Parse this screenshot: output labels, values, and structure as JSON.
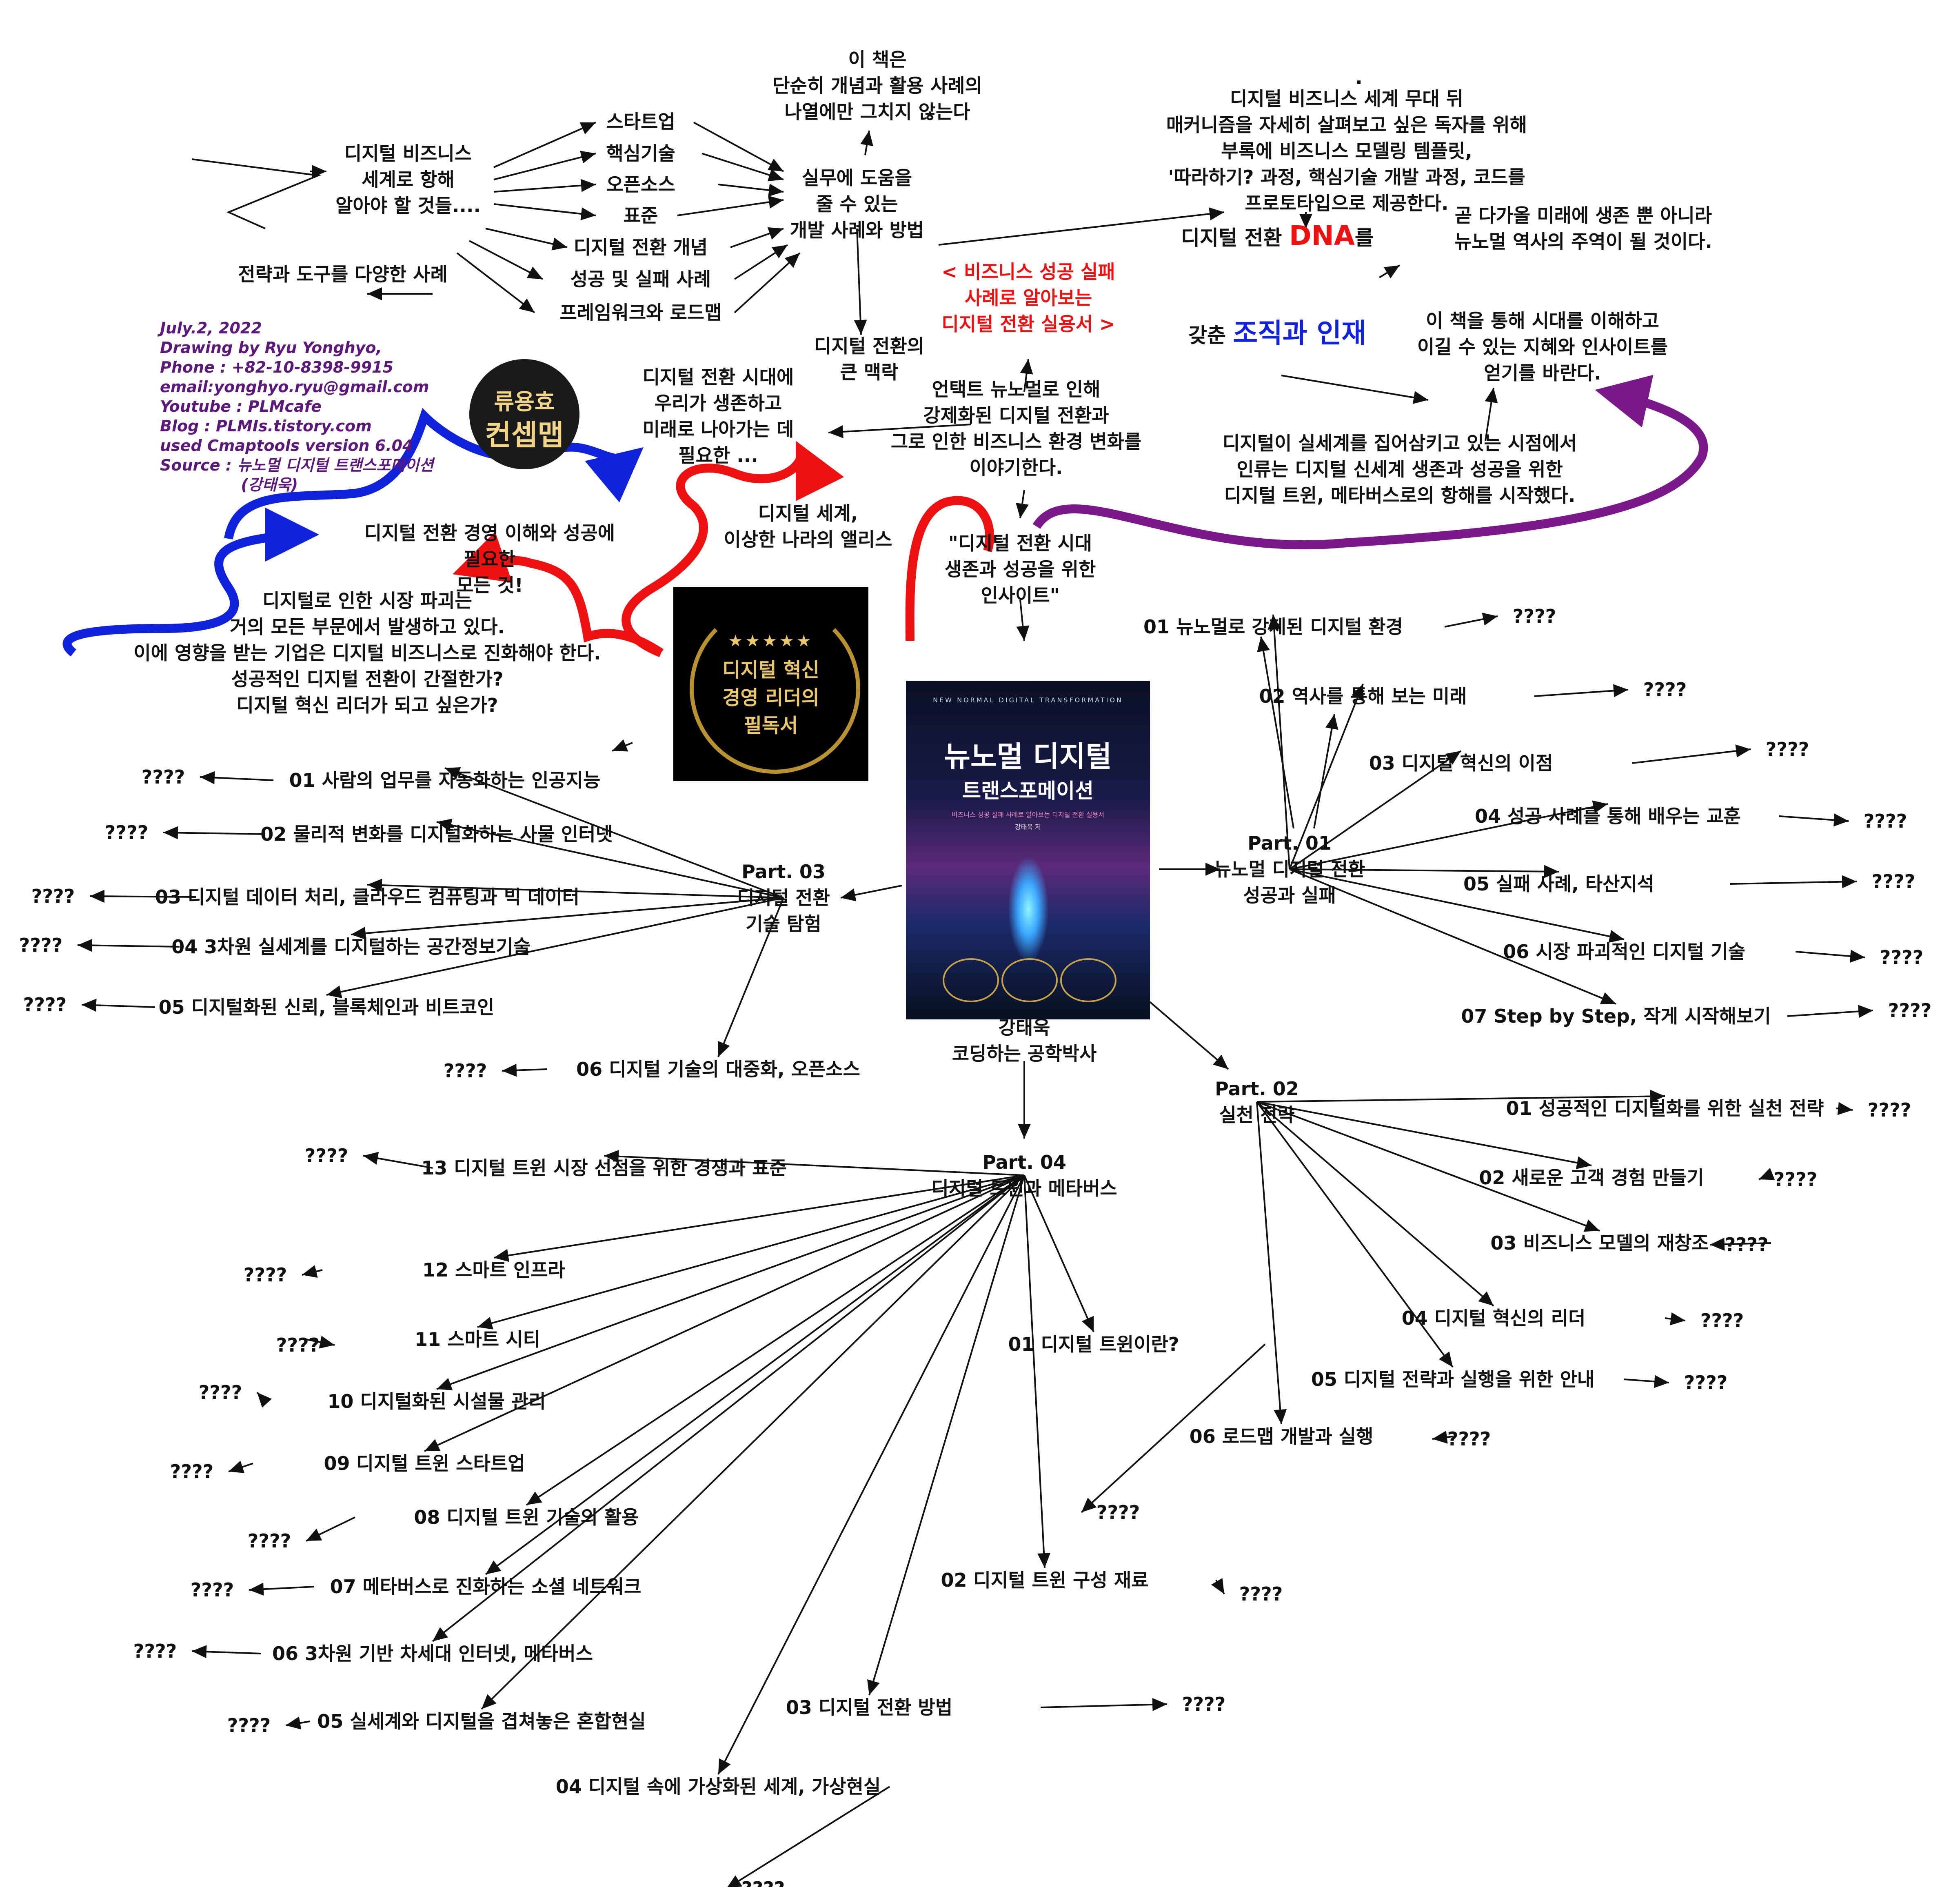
{
  "credit": "July.2, 2022\nDrawing by Ryu Yonghyo,\nPhone : +82-10-8398-9915\nemail:yonghyo.ryu@gmail.com\nYoutube : PLMcafe\nBlog : PLMIs.tistory.com\nused Cmaptools version 6.04\nSource : 뉴노멀 디지털 트랜스포메이션\n               (강태욱)",
  "logo": {
    "line1": "류용효",
    "line2": "컨셉맵"
  },
  "badge": {
    "stars": "★★★★★",
    "text": "디지털 혁신\n경영 리더의\n필독서"
  },
  "book": {
    "subtitle": "NEW NORMAL  DIGITAL TRANSFORMATION",
    "title1": "뉴노멀 디지털",
    "title2": "트랜스포메이션",
    "tagline": "비즈니스 성공 실패 사례로 알아보는 디지털 전환 실용서",
    "author": "강태욱 저"
  },
  "nodes": {
    "digital_biz": "디지털 비즈니스\n세계로 항해\n알아야 할 것들....",
    "startup": "스타트업",
    "core_tech": "핵심기술",
    "opensource": "오픈소스",
    "standard": "표준",
    "dt_concept": "디지털 전환 개념",
    "success_fail": "성공 및 실패 사례",
    "framework": "프레임워크와 로드맵",
    "strategy_tools": "전략과 도구를 다양한 사례",
    "this_book": "이 책은\n단순히 개념과 활용 사례의\n나열에만 그치지 않는다",
    "practical": "실무에 도움을\n줄 수 있는\n개발 사례와 방법",
    "big_context": "디지털 전환의\n큰 맥락",
    "red_tagline": "< 비즈니스 성공 실패\n사례로 알아보는\n디지털 전환 실용서 >",
    "behind": "디지털 비즈니스 세계 무대 뒤\n매커니즘을 자세히 살펴보고 싶은 독자를 위해\n부록에 비즈니스 모델링 템플릿,\n'따라하기? 과정, 핵심기술 개발 과정, 코드를\n프로토타입으로 제공한다.",
    "dot": ".",
    "dna_pre": "디지털 전환 ",
    "dna_word": "DNA",
    "dna_post": "를",
    "org_pre": "갖춘 ",
    "org_word": "조직과 인재",
    "future": "곧 다가올 미래에 생존 뿐 아니라\n뉴노멀 역사의 주역이 될 것이다.",
    "wisdom": "이 책을 통해 시대를 이해하고\n이길 수 있는 지혜와 인사이트를\n얻기를 바란다.",
    "era_survive": "디지털 전환 시대에\n우리가 생존하고\n미래로 나아가는 데\n필요한 ...",
    "untact": "언택트 뉴노멀로 인해\n강제화된 디지털 전환과\n그로 인한 비즈니스 환경 변화를\n이야기한다.",
    "engulf": "디지털이 실세계를 집어삼키고 있는 시점에서\n인류는 디지털 신세계 생존과 성공을 위한\n디지털 트윈, 메타버스로의 항해를 시작했다.",
    "alice": "디지털 세계,\n이상한 나라의 앨리스",
    "insight": "\"디지털 전환 시대\n생존과 성공을 위한\n인사이트\"",
    "all_needed": "디지털 전환 경영 이해와 성공에\n필요한\n모든 것!",
    "disrupt": "디지털로 인한 시장 파괴는\n거의 모든 부문에서 발생하고 있다.\n이에 영향을 받는 기업은 디지털 비즈니스로 진화해야 한다.\n성공적인 디지털 전환이 간절한가?\n디지털 혁신 리더가 되고 싶은가?",
    "author_caption": "강태욱\n코딩하는 공학박사"
  },
  "part1": {
    "title": "Part. 01\n뉴노멀 디지털 전환\n성공과 실패",
    "items": [
      "01 뉴노멀로 강제된 디지털 환경",
      "02 역사를 통해 보는 미래",
      "03 디지털 혁신의 이점",
      "04 성공 사례를 통해 배우는 교훈",
      "05 실패 사례, 타산지석",
      "06 시장 파괴적인 디지털 기술",
      "07 Step by Step, 작게 시작해보기"
    ]
  },
  "part2": {
    "title": "Part. 02\n실천 전략",
    "items": [
      "01 성공적인 디지털화를 위한 실천 전략",
      "02 새로운 고객 경험 만들기",
      "03 비즈니스 모델의 재창조",
      "04 디지털 혁신의 리더",
      "05 디지털 전략과 실행을 위한 안내",
      "06 로드맵 개발과 실행"
    ]
  },
  "part3": {
    "title": "Part. 03\n디지털 전환\n기술 탐험",
    "items": [
      "01 사람의 업무를 자동화하는 인공지능",
      "02 물리적 변화를 디지털화하는 사물 인터넷",
      "03 디지털 데이터 처리, 클라우드 컴퓨팅과 빅 데이터",
      "04 3차원 실세계를 디지털하는 공간정보기술",
      "05 디지털화된 신뢰, 블록체인과 비트코인",
      "06 디지털 기술의 대중화, 오픈소스"
    ]
  },
  "part4": {
    "title": "Part. 04\n디지털 트윈과 메타버스",
    "items": [
      "01 디지털 트윈이란?",
      "02 디지털 트윈 구성 재료",
      "03 디지털 전환 방법",
      "04 디지털 속에 가상화된 세계, 가상현실",
      "05 실세계와 디지털을 겹쳐놓은 혼합현실",
      "06 3차원 기반 차세대 인터넷, 메타버스",
      "07 메타버스로 진화하는 소셜 네트워크",
      "08 디지털 트윈 기술의 활용",
      "09 디지털 트윈 스타트업",
      "10 디지털화된 시설물 관리",
      "11 스마트 시티",
      "12 스마트 인프라",
      "13 디지털 트윈 시장 선점을 위한 경쟁과 표준"
    ]
  },
  "unknown": "????",
  "colors": {
    "red": "#ee1111",
    "blue": "#1122dd",
    "purple": "#7a1a8a",
    "credit_text": "#5b1a7a"
  }
}
